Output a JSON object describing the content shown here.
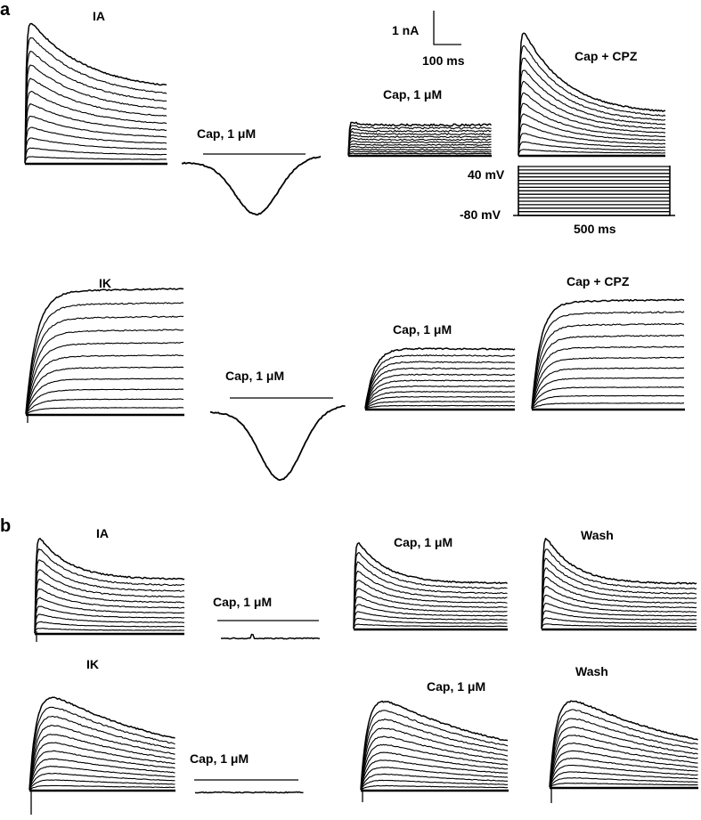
{
  "figure": {
    "panel_a": {
      "letter": "a",
      "scale_bar": {
        "current": "1 nA",
        "time": "100 ms"
      },
      "protocol": {
        "top": "40 mV",
        "bottom": "-80 mV",
        "duration": "500 ms"
      },
      "row_ia": {
        "control": "IA",
        "inward": "Cap, 1 μM",
        "cap": "Cap, 1 μM",
        "cpz": "Cap +  CPZ"
      },
      "row_ik": {
        "control": "IK",
        "inward": "Cap, 1 μM",
        "cap": "Cap, 1 μM",
        "cpz": "Cap +  CPZ"
      }
    },
    "panel_b": {
      "letter": "b",
      "row_ia": {
        "control": "IA",
        "inward": "Cap, 1 μM",
        "cap": "Cap, 1 μM",
        "wash": "Wash"
      },
      "row_ik": {
        "control": "IK",
        "inward": "Cap, 1 μM",
        "cap": "Cap, 1 μM",
        "wash": "Wash"
      }
    },
    "colors": {
      "trace": "#000000",
      "background": "#ffffff"
    }
  }
}
